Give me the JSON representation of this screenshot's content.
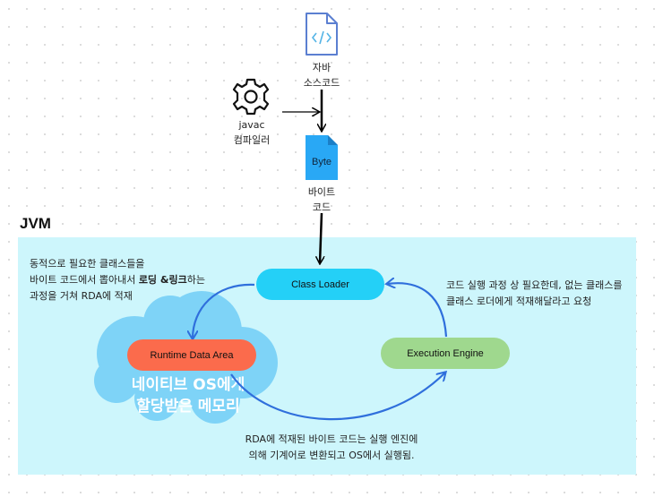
{
  "source": {
    "icon": "code-file-icon",
    "line1": "자바",
    "line2": "소스코드"
  },
  "compiler": {
    "icon": "gear-icon",
    "line1": "javac",
    "line2": "컴파일러"
  },
  "bytecode": {
    "icon": "byte-file-icon",
    "file_text": "Byte",
    "line1": "바이트",
    "line2": "코드"
  },
  "jvm": {
    "title": "JVM",
    "class_loader": "Class Loader",
    "runtime_data_area": "Runtime Data Area",
    "execution_engine": "Execution Engine",
    "cloud_line1": "네이티브 OS에게",
    "cloud_line2": "할당받은 메모리"
  },
  "notes": {
    "left_line1": "동적으로 필요한 클래스들을",
    "left_line2_pre": "바이트 코드에서 뽑아내서 ",
    "left_line2_bold": "로딩 &링크",
    "left_line2_post": "하는",
    "left_line3": "과정을 거쳐 RDA에 적재",
    "right_line1": "코드 실행 과정 상 필요한데, 없는 클래스를",
    "right_line2": "클래스 로더에게 적재해달라고 요청",
    "bottom_line1": "RDA에 적재된 바이트 코드는 실행 엔진에",
    "bottom_line2": "의해 기계어로 변환되고 OS에서 실행됨."
  },
  "colors": {
    "jvm_bg": "#cdf6fc",
    "class_loader": "#24d0f7",
    "runtime_data_area": "#fb6b4c",
    "execution_engine": "#9fd88e",
    "cloud": "#7ed3f7",
    "arrow": "#2f6fdc"
  }
}
